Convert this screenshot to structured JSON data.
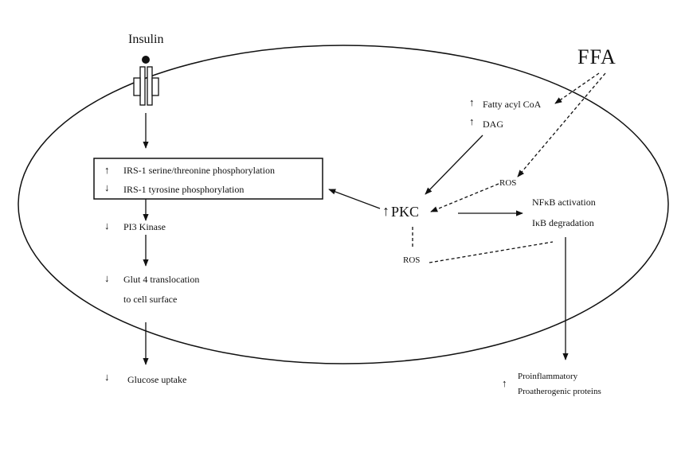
{
  "diagram": {
    "insulin": "Insulin",
    "ffa": "FFA",
    "irs_serine": "IRS-1 serine/threonine phosphorylation",
    "irs_tyrosine": "IRS-1 tyrosine phosphorylation",
    "pi3k": "PI3 Kinase",
    "glut4_line1": "Glut 4 translocation",
    "glut4_line2": "to cell surface",
    "glucose": "Glucose uptake",
    "fatty_acyl": "Fatty acyl CoA",
    "dag": "DAG",
    "ros_upper": "ROS",
    "ros_lower": "ROS",
    "pkc": "PKC",
    "nfkb": "NFκB activation",
    "ikb": "IκB degradation",
    "proinflam": "Proinflammatory",
    "proather": "Proatherogenic proteins"
  },
  "arrow_glyphs": {
    "up": "↑",
    "down": "↓"
  },
  "colors": {
    "ink": "#111111",
    "background": "#ffffff"
  }
}
